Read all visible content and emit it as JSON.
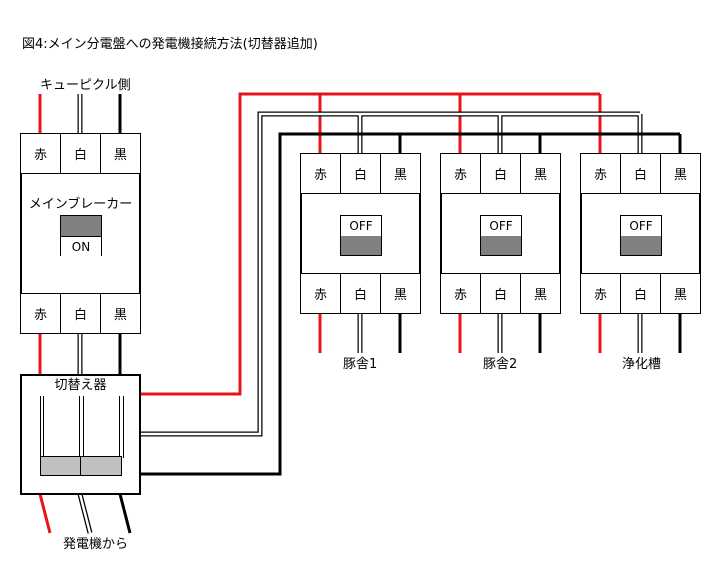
{
  "title": "図4:メイン分電盤への発電機接続方法(切替器追加)",
  "labels": {
    "cubicle_side": "キューピクル側",
    "generator_from": "発電機から",
    "load1": "豚舎1",
    "load2": "豚舎2",
    "load3": "浄化槽"
  },
  "main_breaker": {
    "name": "メインブレーカー",
    "switch_state": "ON",
    "terminals_top": [
      "赤",
      "白",
      "黒"
    ],
    "terminals_bottom": [
      "赤",
      "白",
      "黒"
    ]
  },
  "transfer_switch": {
    "name": "切替え器"
  },
  "branch_breakers": [
    {
      "switch_state": "OFF",
      "terminals_top": [
        "赤",
        "白",
        "黒"
      ],
      "terminals_bottom": [
        "赤",
        "白",
        "黒"
      ]
    },
    {
      "switch_state": "OFF",
      "terminals_top": [
        "赤",
        "白",
        "黒"
      ],
      "terminals_bottom": [
        "赤",
        "白",
        "黒"
      ]
    },
    {
      "switch_state": "OFF",
      "terminals_top": [
        "赤",
        "白",
        "黒"
      ],
      "terminals_bottom": [
        "赤",
        "白",
        "黒"
      ]
    }
  ],
  "colors": {
    "red_wire": "#e8141c",
    "white_wire": "#ffffff",
    "black_wire": "#000000",
    "switch_gray": "#808080"
  }
}
